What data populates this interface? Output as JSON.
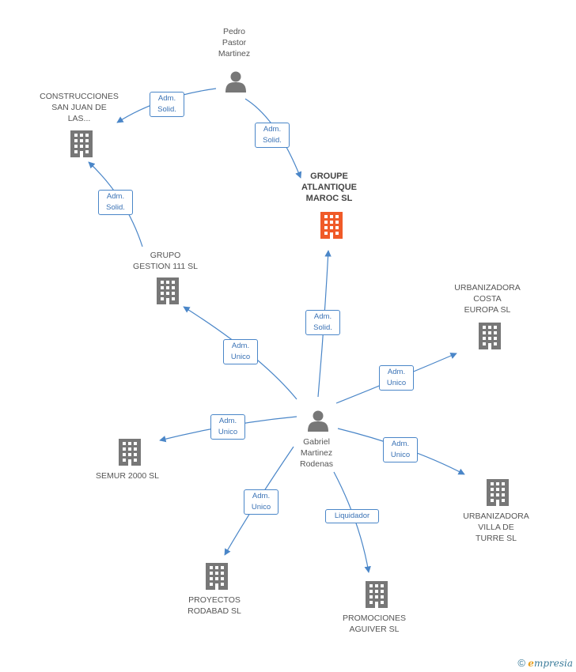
{
  "colors": {
    "edge": "#4a86c8",
    "person": "#777777",
    "building": "#777777",
    "highlight": "#f05a28"
  },
  "nodes": {
    "pedro": {
      "label": "Pedro\nPastor\nMartinez",
      "icon": "person-icon"
    },
    "construcciones": {
      "label": "CONSTRUCCIONES\nSAN JUAN DE\nLAS...",
      "icon": "building-icon"
    },
    "groupe": {
      "label": "GROUPE\nATLANTIQUE\nMAROC SL",
      "icon": "building-icon"
    },
    "grupo": {
      "label": "GRUPO\nGESTION 111 SL",
      "icon": "building-icon"
    },
    "urb_costa": {
      "label": "URBANIZADORA\nCOSTA\nEUROPA  SL",
      "icon": "building-icon"
    },
    "gabriel": {
      "label": "Gabriel\nMartinez\nRodenas",
      "icon": "person-icon"
    },
    "semur": {
      "label": "SEMUR 2000  SL",
      "icon": "building-icon"
    },
    "urb_villa": {
      "label": "URBANIZADORA\nVILLA DE\nTURRE SL",
      "icon": "building-icon"
    },
    "proyectos": {
      "label": "PROYECTOS\nRODABAD  SL",
      "icon": "building-icon"
    },
    "promociones": {
      "label": "PROMOCIONES\nAGUIVER SL",
      "icon": "building-icon"
    }
  },
  "edges": {
    "pedro_construcciones": "Adm.\nSolid.",
    "pedro_groupe": "Adm.\nSolid.",
    "grupo_construcciones": "Adm.\nSolid.",
    "gabriel_groupe": "Adm.\nSolid.",
    "gabriel_grupo": "Adm.\nUnico",
    "gabriel_urb_costa": "Adm.\nUnico",
    "gabriel_semur": "Adm.\nUnico",
    "gabriel_urb_villa": "Adm.\nUnico",
    "gabriel_proyectos": "Adm.\nUnico",
    "gabriel_promociones": "Liquidador"
  },
  "brand": {
    "copyright": "©",
    "initial": "e",
    "rest": "mpresia"
  }
}
